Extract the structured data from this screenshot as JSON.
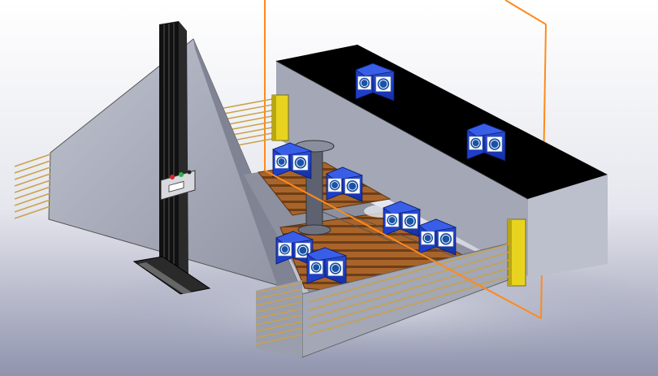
{
  "scene": {
    "background_top": "#ffffff",
    "background_bottom": "#8f93ad",
    "floor_color": "#b8bccd"
  },
  "colors": {
    "wall_light": "#b4b8c6",
    "wall_mid": "#a0a4b3",
    "wall_dark": "#8c909f",
    "conveyor_top": "#000000",
    "box_blue": "#1f3fc8",
    "box_label": "#ffffff",
    "logo_blue": "#1a53a6",
    "sensor_yellow": "#e8d41f",
    "pallet_wood": "#a8642b",
    "pallet_dark": "#6e3e16",
    "cable_gold": "#c9a24a",
    "frame_orange": "#ff8a1c",
    "column_black": "#111111"
  },
  "icons": {
    "box_logo": "box-logo-icon",
    "control_panel": "control-panel-icon"
  },
  "boxes": [
    {
      "id": "conveyor-box-1"
    },
    {
      "id": "conveyor-box-2"
    },
    {
      "id": "pallet-box-1"
    },
    {
      "id": "pallet-box-2"
    },
    {
      "id": "pallet-box-3"
    },
    {
      "id": "pallet-box-4"
    },
    {
      "id": "pallet-box-5"
    },
    {
      "id": "pallet-box-6"
    }
  ]
}
